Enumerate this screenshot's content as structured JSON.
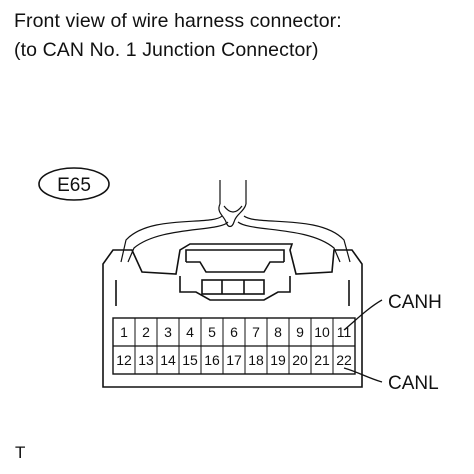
{
  "caption": {
    "line1": "Front view of wire harness connector:",
    "line2": "(to CAN No. 1 Junction Connector)"
  },
  "connector": {
    "code": "E65",
    "row1": [
      "1",
      "2",
      "3",
      "4",
      "5",
      "6",
      "7",
      "8",
      "9",
      "10",
      "11"
    ],
    "row2": [
      "12",
      "13",
      "14",
      "15",
      "16",
      "17",
      "18",
      "19",
      "20",
      "21",
      "22"
    ]
  },
  "labels": {
    "canh": "CANH",
    "canl": "CANL"
  },
  "footer": "T"
}
